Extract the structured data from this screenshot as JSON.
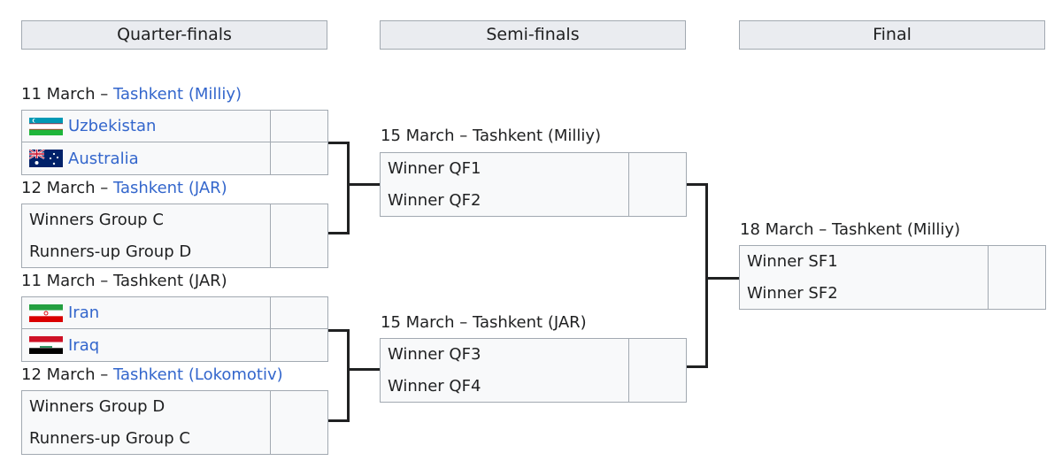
{
  "rounds": {
    "quarter_finals": "Quarter-finals",
    "semi_finals": "Semi-finals",
    "final": "Final"
  },
  "qf1": {
    "date": "11 March – ",
    "venue": "Tashkent (Milliy)",
    "team1": "Uzbekistan",
    "team1_flag": "uzbekistan-flag-icon",
    "team2": "Australia",
    "team2_flag": "australia-flag-icon"
  },
  "qf2": {
    "date": "12 March – ",
    "venue": "Tashkent (JAR)",
    "team1": "Winners Group C",
    "team2": "Runners-up Group D"
  },
  "qf3": {
    "date_venue": "11 March – Tashkent (JAR)",
    "team1": "Iran",
    "team1_flag": "iran-flag-icon",
    "team2": "Iraq",
    "team2_flag": "iraq-flag-icon"
  },
  "qf4": {
    "date": "12 March – ",
    "venue": "Tashkent (Lokomotiv)",
    "team1": "Winners Group D",
    "team2": "Runners-up Group C"
  },
  "sf1": {
    "date_venue": "15 March – Tashkent (Milliy)",
    "team1": "Winner QF1",
    "team2": "Winner QF2"
  },
  "sf2": {
    "date_venue": "15 March – Tashkent (JAR)",
    "team1": "Winner QF3",
    "team2": "Winner QF4"
  },
  "final": {
    "date_venue": "18 March – Tashkent (Milliy)",
    "team1": "Winner SF1",
    "team2": "Winner SF2"
  },
  "colors": {
    "link": "#3366cc",
    "cell_bg": "#f8f9fa",
    "header_bg": "#eaecf0",
    "border": "#a2a9b1",
    "connector": "#202122"
  }
}
